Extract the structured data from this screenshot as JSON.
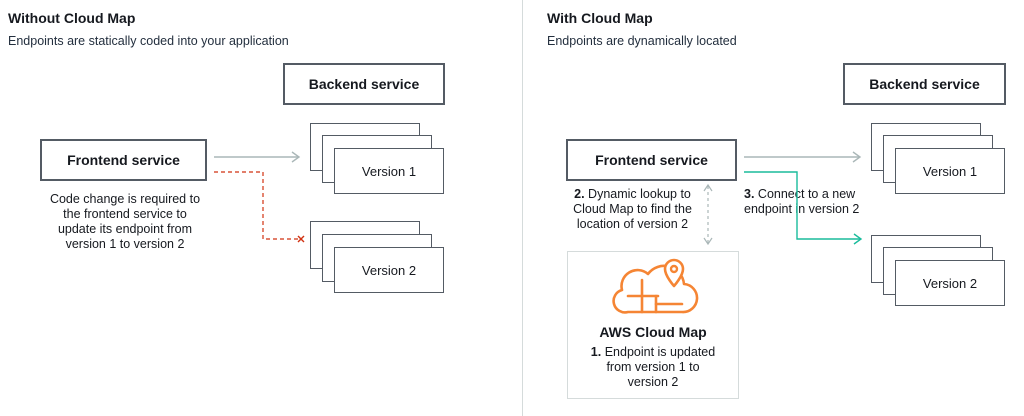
{
  "left": {
    "title": "Without Cloud Map",
    "subtitle": "Endpoints are statically coded into your application",
    "backend_label": "Backend service",
    "frontend_label": "Frontend service",
    "version1_label": "Version 1",
    "version2_label": "Version 2",
    "note": [
      "Code change is required to",
      "the frontend service to",
      "update its endpoint from",
      "version 1 to version 2"
    ]
  },
  "right": {
    "title": "With Cloud Map",
    "subtitle": "Endpoints are dynamically located",
    "backend_label": "Backend service",
    "frontend_label": "Frontend service",
    "version1_label": "Version 1",
    "version2_label": "Version 2",
    "lookup_num": "2.",
    "lookup_text": [
      "Dynamic lookup to",
      "Cloud Map to find the",
      "location of version 2"
    ],
    "connect_num": "3.",
    "connect_text": [
      "Connect to a new",
      "endpoint in version 2"
    ],
    "cloudmap_title": "AWS Cloud Map",
    "update_num": "1.",
    "update_text": [
      "Endpoint is updated",
      "from version 1 to",
      "version 2"
    ]
  },
  "colors": {
    "box_border": "#545b64",
    "arrow_gray": "#aab7b8",
    "dashed_red": "#d13212",
    "teal": "#1abc9c",
    "cloudmap_orange": "#f58534"
  },
  "icons": [
    "cloud-map-icon",
    "map-pin-icon",
    "x-mark-icon"
  ]
}
